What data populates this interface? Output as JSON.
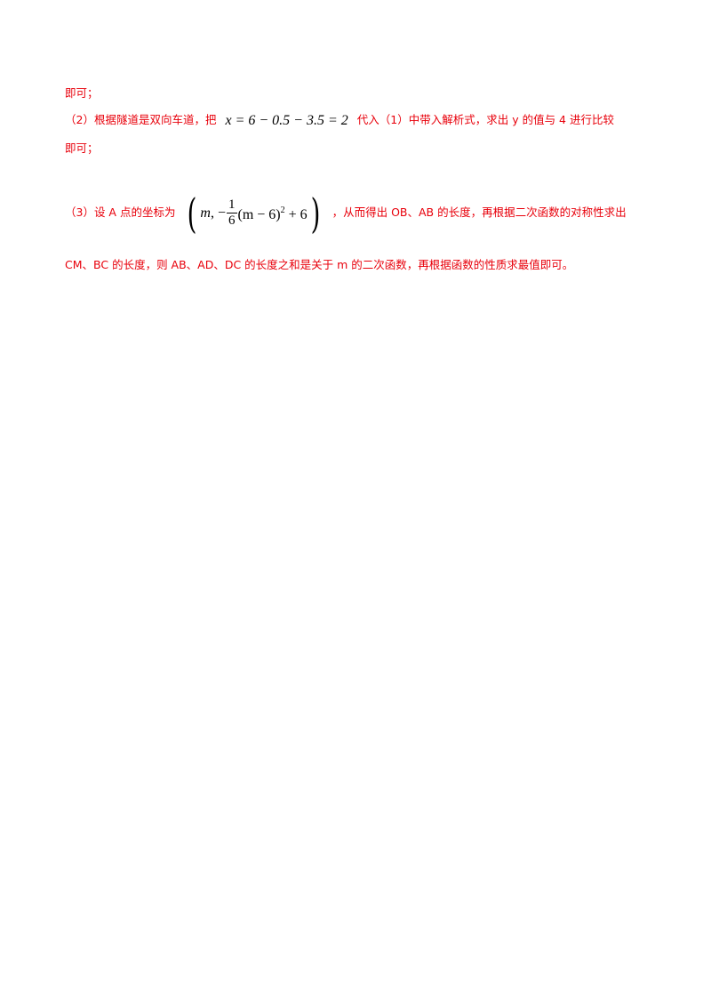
{
  "lines": {
    "l1": "即可；",
    "l2_prefix": "（2）根据隧道是双向车道，把",
    "l2_math": "x = 6 − 0.5 − 3.5 = 2",
    "l2_suffix": "代入（1）中带入解析式，求出 y 的值与 4 进行比较",
    "l3": "即可；",
    "l4_prefix": "（3）设 A 点的坐标为",
    "l4_math_m": "m",
    "l4_math_sep": ", −",
    "l4_frac_num": "1",
    "l4_frac_den": "6",
    "l4_math_rest": "(m − 6)",
    "l4_math_exp": "2",
    "l4_math_tail": "+ 6",
    "l4_suffix": "，从而得出 OB、AB 的长度，再根据二次函数的对称性求出",
    "l5": "CM、BC 的长度，则 AB、AD、DC 的长度之和是关于 m 的二次函数，再根据函数的性质求最值即可。"
  },
  "colors": {
    "text": "#e8000b",
    "math": "#000000"
  }
}
